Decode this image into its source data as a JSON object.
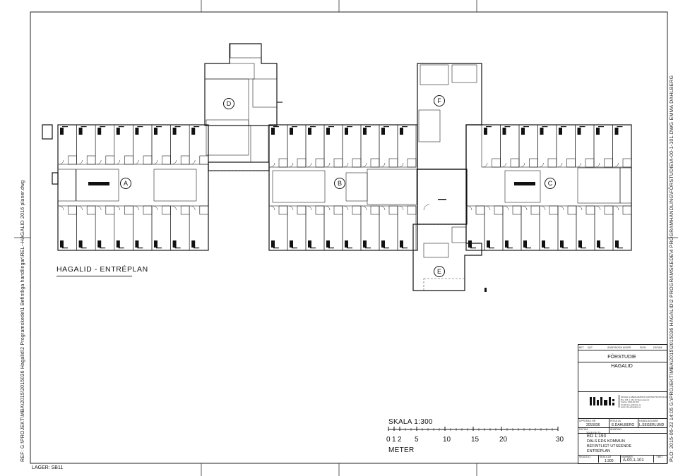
{
  "drawing": {
    "title": "HAGALID - ENTRÉPLAN",
    "ref_path": "REF:  G:\\PROJEKT\\MBA\\2015\\2015036 Hagalid\\2 Programskede\\1 Befintliga handlingar\\REL--HAGALID 2016 planer.dwg",
    "layer": "LAGER: SB11",
    "plot_path": "PLO:  2015-06-22  14:05  G:\\PROJEKT\\MBA\\2015\\2015036 HAGALID\\2 PROGRAMSKEDE\\4 PROGRAMHANDLING\\FÖRSTUDIE\\A-00-1-101.DWG   EMMA DAHLBERG"
  },
  "plan": {
    "wing_labels": [
      "A",
      "B",
      "C",
      "D",
      "E",
      "F"
    ]
  },
  "scale_bar": {
    "title": "SKALA 1:300",
    "ticks": [
      "0",
      "1",
      "2",
      "5",
      "10",
      "15",
      "20",
      "30"
    ],
    "unit": "METER"
  },
  "title_block": {
    "revision_headers": [
      "BET",
      "ANT",
      "ÄNDRINGEN AVSER",
      "SIGN",
      "DATUM"
    ],
    "project_type": "FÖRSTUDIE",
    "project_name": "HAGALID",
    "company_logo": "mba",
    "company_lines": [
      "MICHEL & ABRAHAMSSON ARKITEKTKONTOR AB",
      "Box 136, 1 444 22 Stenungsund",
      "Telefon 0303-66 000",
      "info@mba-arkitekter.se",
      "www.mba-arkitekter.se"
    ],
    "uppdrag_label": "UPPDRAG NR",
    "uppdrag_value": "2015036",
    "ritad_label": "RITAD AV",
    "ritad_value": "E.DAHLBERG",
    "handlaggare_label": "HANDLÄGGARE",
    "handlaggare_value": "L.SEGERLUND",
    "datum_label": "DATUM",
    "datum_value": "2015-06-22",
    "andring_label": "ÄNDRING",
    "status": "ED 1:193",
    "client": "DALS EDS KOMMUN",
    "description_1": "BEFINTLIGT UTSEENDE",
    "description_2": "ENTRÉPLAN",
    "skala_label": "SKALA A1",
    "skala_a3_label": "SKALA A3",
    "skala_value": "1:300",
    "nummer_label": "NUMMER",
    "nummer_value": "A-00.1-101",
    "blad_label": "T.BET"
  }
}
